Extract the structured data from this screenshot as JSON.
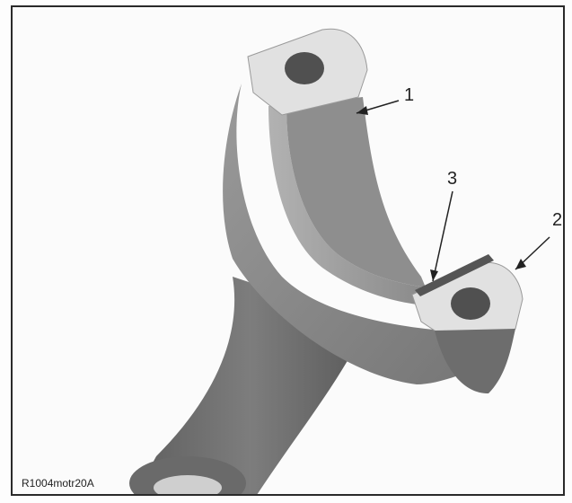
{
  "figure": {
    "callouts": [
      {
        "number": "1"
      },
      {
        "number": "2"
      },
      {
        "number": "3"
      }
    ],
    "reference_code": "R1004motr20A",
    "colors": {
      "part_dark": "#6f6f6f",
      "part_mid": "#8c8c8c",
      "part_light": "#d8d8d8",
      "frame": "#2a2a2a",
      "background": "#fbfbfb"
    }
  }
}
